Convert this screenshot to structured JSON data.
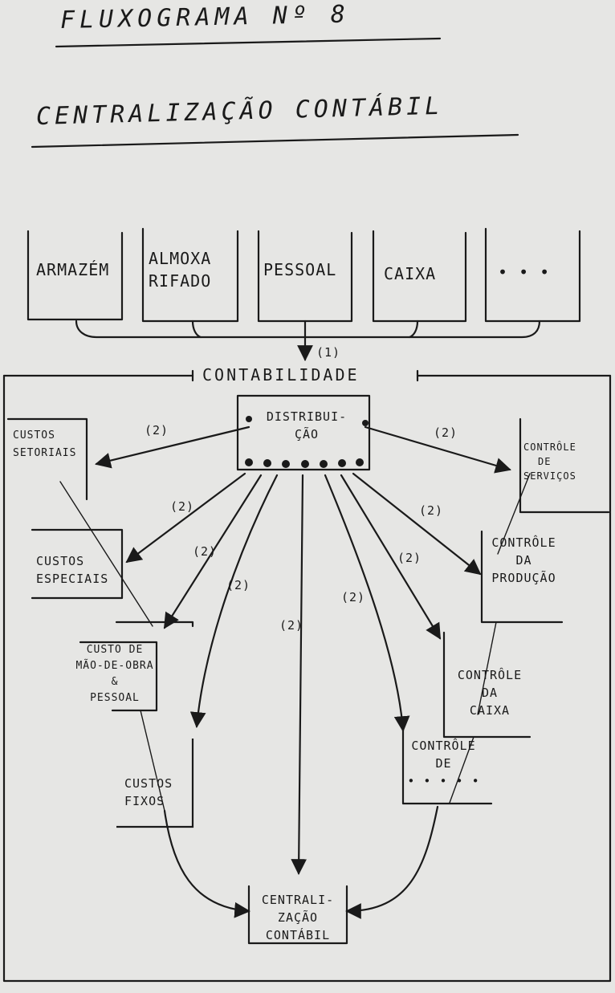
{
  "header": {
    "title": "FLUXOGRAMA Nº 8",
    "subtitle": "CENTRALIZAÇÃO CONTÁBIL"
  },
  "sources": [
    {
      "label": "ARMAZÉM"
    },
    {
      "label_line1": "ALMOXA",
      "label_line2": "RIFADO"
    },
    {
      "label": "PESSOAL"
    },
    {
      "label": "CAIXA"
    },
    {
      "label": "• • •"
    }
  ],
  "flow": {
    "step1": "(1)",
    "step2": "(2)"
  },
  "accounting": {
    "title": "CONTABILIDADE",
    "distribution_line1": "DISTRIBUI-",
    "distribution_line2": "ÇÃO"
  },
  "left_boxes": {
    "custos_setoriais": [
      "CUSTOS",
      "SETORIAIS"
    ],
    "custos_especiais": [
      "CUSTOS",
      "ESPECIAIS"
    ],
    "custo_mao_obra": [
      "CUSTO DE",
      "MÃO-DE-OBRA",
      "&",
      "PESSOAL"
    ],
    "custos_fixos": [
      "CUSTOS",
      "FIXOS"
    ]
  },
  "right_boxes": {
    "controle_servicos": [
      "CONTRÔLE",
      "DE",
      "SERVIÇOS"
    ],
    "controle_producao": [
      "CONTRÔLE",
      "DA",
      "PRODUÇÃO"
    ],
    "controle_caixa": [
      "CONTRÔLE",
      "DA",
      "CAIXA"
    ],
    "controle_de": [
      "CONTRÔLE",
      "DE",
      "• • • • •"
    ]
  },
  "final": [
    "CENTRALI-",
    "ZAÇÃO",
    "CONTÁBIL"
  ],
  "colors": {
    "ink": "#1a1a1a",
    "paper": "#e6e6e4"
  }
}
